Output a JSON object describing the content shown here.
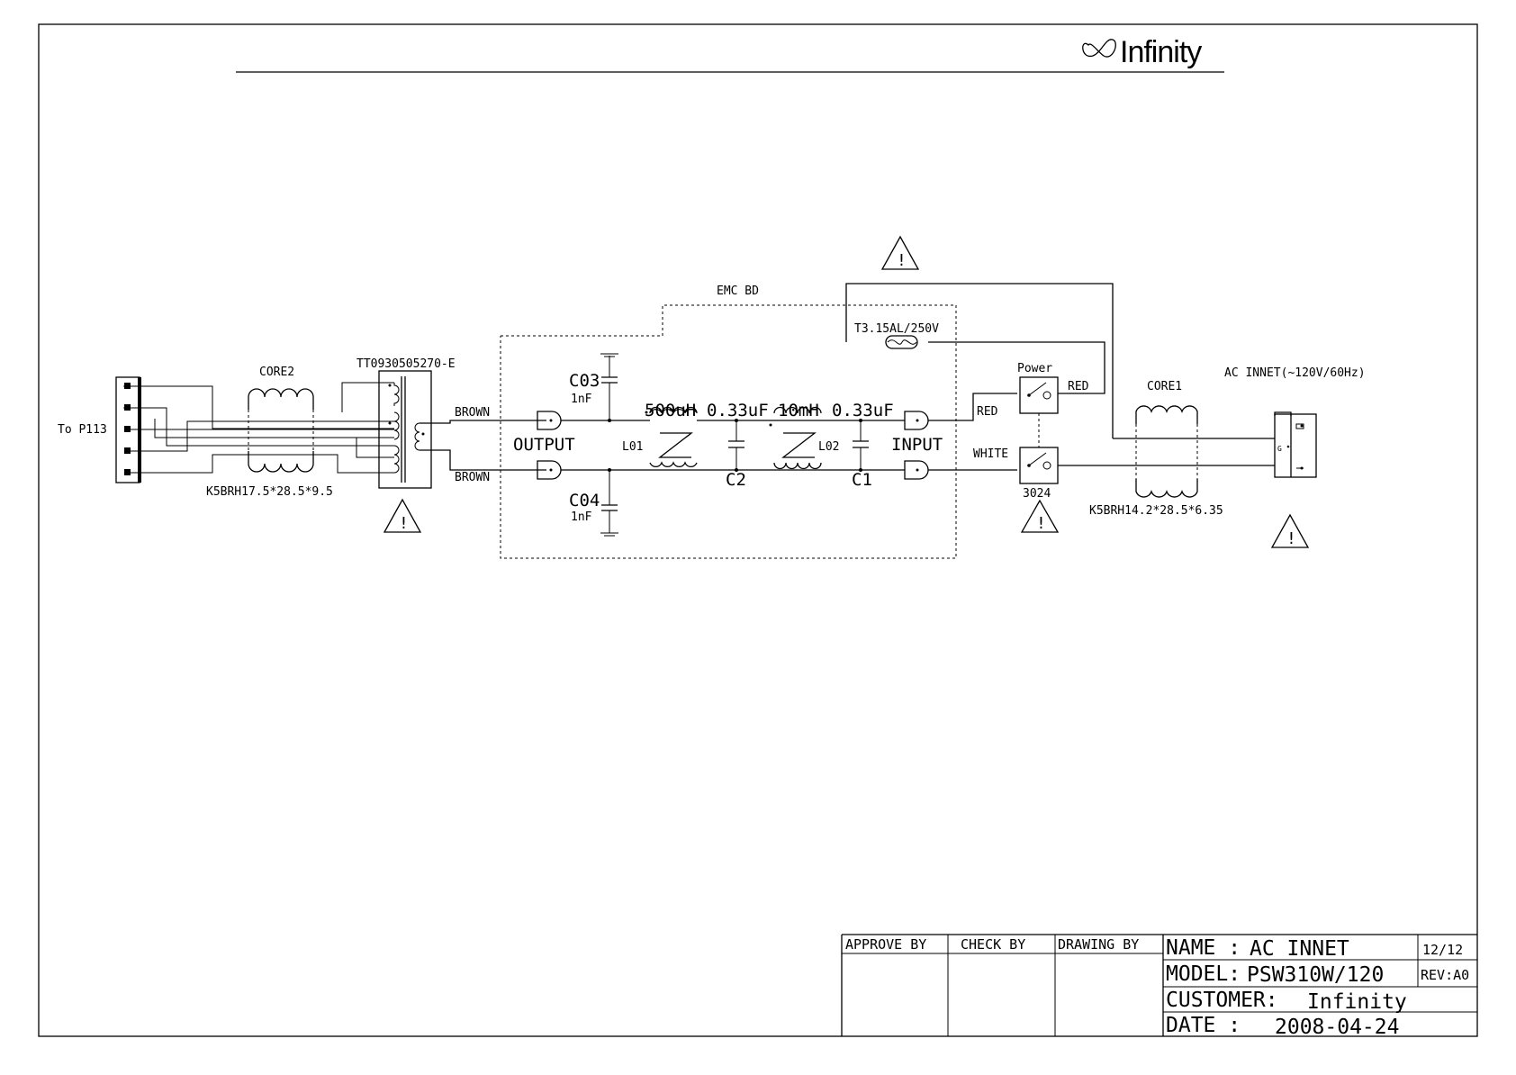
{
  "logo": {
    "brand": "Infinity"
  },
  "schematic": {
    "label_to_p113": "To P113",
    "label_core2": "CORE2",
    "label_core2_part": "K5BRH17.5*28.5*9.5",
    "label_transformer": "TT0930505270-E",
    "label_brown_top": "BROWN",
    "label_brown_bottom": "BROWN",
    "label_emc_bd": "EMC BD",
    "label_output": "OUTPUT",
    "label_input": "INPUT",
    "label_c03": "C03",
    "label_c03_val": "1nF",
    "label_c04": "C04",
    "label_c04_val": "1nF",
    "label_500uh": "500uH",
    "label_l01": "L01",
    "label_033uf_a": "0.33uF",
    "label_c2": "C2",
    "label_10mh": "10mH",
    "label_l02": "L02",
    "label_033uf_b": "0.33uF",
    "label_c1": "C1",
    "label_fuse": "T3.15AL/250V",
    "label_power": "Power",
    "label_red_left": "RED",
    "label_red_right": "RED",
    "label_white": "WHITE",
    "label_3024": "3024",
    "label_core1": "CORE1",
    "label_core1_part": "K5BRH14.2*28.5*6.35",
    "label_ac_innet": "AC INNET(~120V/60Hz)",
    "warning_symbol": "!"
  },
  "titleblock": {
    "approve_by": "APPROVE BY",
    "check_by": "CHECK BY",
    "drawing_by": "DRAWING BY",
    "name_label": "NAME :",
    "name_value": "AC INNET",
    "model_label": "MODEL:",
    "model_value": "PSW310W/120",
    "customer_label": "CUSTOMER:",
    "customer_value": "Infinity",
    "date_label": "DATE :",
    "date_value": "2008-04-24",
    "sheet": "12/12",
    "rev": "REV:A0"
  }
}
